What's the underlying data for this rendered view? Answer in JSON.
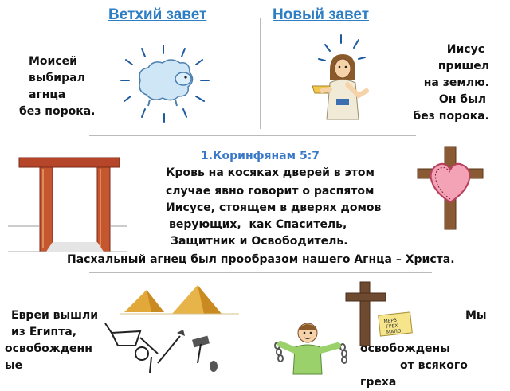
{
  "headers": {
    "old_testament": "Ветхий завет",
    "new_testament": "Новый завет"
  },
  "top_left_text": [
    "Моисей",
    "выбирал",
    "агнца",
    "без порока."
  ],
  "top_right_text": [
    "Иисус",
    "пришел",
    "на землю.",
    "Он был",
    "без порока."
  ],
  "middle": {
    "reference": "1.Коринфянам 5:7",
    "lines": [
      "Кровь на косяках дверей в этом",
      "случае явно говорит о распятом",
      "Иисусе, стоящем в дверях домов",
      "верующих,  как Спаситель,",
      "Защитник и Освободитель.",
      "Пасхальный агнец был прообразом нашего Агнца – Христа."
    ]
  },
  "bottom_left_text": [
    "Евреи вышли",
    "из Египта,",
    "",
    "освобожденн",
    "ые"
  ],
  "bottom_right_text": [
    "Мы",
    "",
    "освобождены",
    "от всякого",
    "греха"
  ],
  "sign_text": [
    "МЕРЗ",
    "ГРЕХ",
    "МАЛО"
  ],
  "colors": {
    "header_blue": "#2e7ec4",
    "reference_blue": "#3a78c8",
    "door_red": "#b5462a",
    "cross_brown": "#7a4a2a",
    "heart_pink": "#f4a3b6",
    "sheep_blue": "#cfe6f7",
    "ray_blue": "#1e5aa0"
  },
  "icons": [
    "sheep-icon",
    "jesus-icon",
    "doorway-icon",
    "cross-heart-icon",
    "pyramids-icon",
    "tools-icon",
    "cross-icon",
    "freed-man-icon"
  ]
}
